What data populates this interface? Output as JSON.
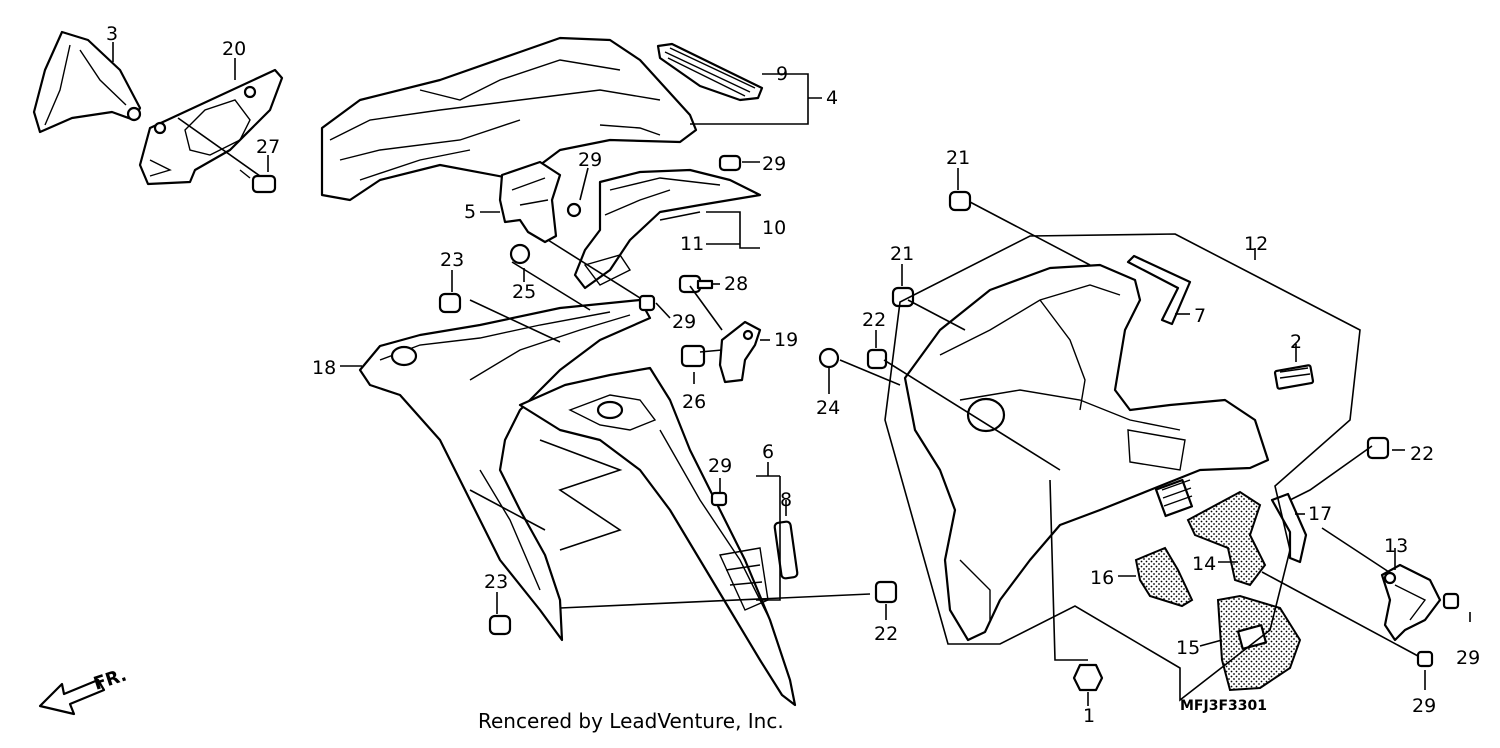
{
  "callouts": [
    {
      "id": "c3",
      "text": "3"
    },
    {
      "id": "c20",
      "text": "20"
    },
    {
      "id": "c27",
      "text": "27"
    },
    {
      "id": "c9",
      "text": "9"
    },
    {
      "id": "c4",
      "text": "4"
    },
    {
      "id": "c29a",
      "text": "29"
    },
    {
      "id": "c29b",
      "text": "29"
    },
    {
      "id": "c5",
      "text": "5"
    },
    {
      "id": "c10",
      "text": "10"
    },
    {
      "id": "c11",
      "text": "11"
    },
    {
      "id": "c23a",
      "text": "23"
    },
    {
      "id": "c25",
      "text": "25"
    },
    {
      "id": "c28",
      "text": "28"
    },
    {
      "id": "c29c",
      "text": "29"
    },
    {
      "id": "c19",
      "text": "19"
    },
    {
      "id": "c18",
      "text": "18"
    },
    {
      "id": "c26",
      "text": "26"
    },
    {
      "id": "c29d",
      "text": "29"
    },
    {
      "id": "c6",
      "text": "6"
    },
    {
      "id": "c8",
      "text": "8"
    },
    {
      "id": "c23b",
      "text": "23"
    },
    {
      "id": "c22a",
      "text": "22"
    },
    {
      "id": "c21a",
      "text": "21"
    },
    {
      "id": "c21b",
      "text": "21"
    },
    {
      "id": "c22b",
      "text": "22"
    },
    {
      "id": "c24",
      "text": "24"
    },
    {
      "id": "c12",
      "text": "12"
    },
    {
      "id": "c7",
      "text": "7"
    },
    {
      "id": "c2",
      "text": "2"
    },
    {
      "id": "c22c",
      "text": "22"
    },
    {
      "id": "c17",
      "text": "17"
    },
    {
      "id": "c13",
      "text": "13"
    },
    {
      "id": "c14",
      "text": "14"
    },
    {
      "id": "c16",
      "text": "16"
    },
    {
      "id": "c15",
      "text": "15"
    },
    {
      "id": "c29e",
      "text": "29"
    },
    {
      "id": "c29f",
      "text": "29"
    },
    {
      "id": "c1",
      "text": "1"
    }
  ],
  "direction_label": "FR.",
  "diagram_code": "MFJ3F3301",
  "credit": "Rencered by LeadVenture, Inc."
}
